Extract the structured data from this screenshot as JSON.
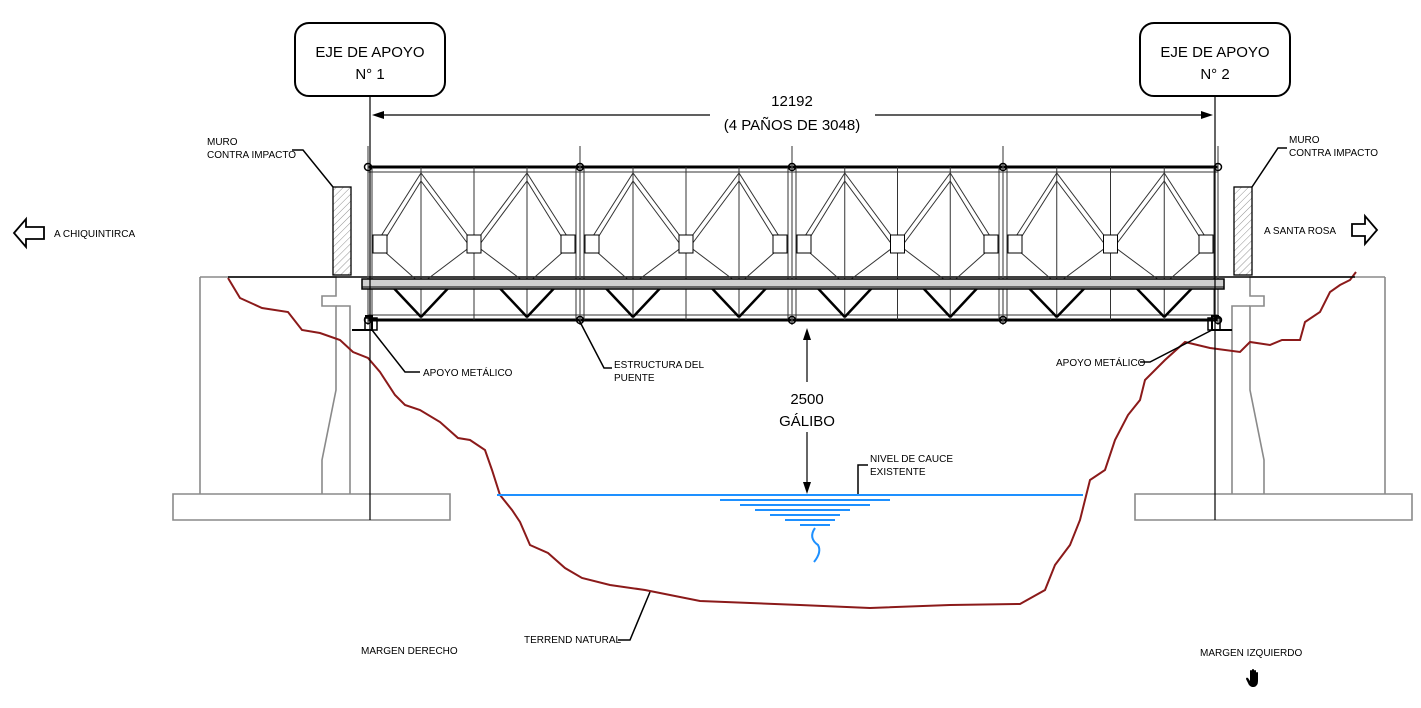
{
  "labels": {
    "axis1_line1": "EJE DE APOYO",
    "axis1_line2": "N° 1",
    "axis2_line1": "EJE DE APOYO",
    "axis2_line2": "N° 2",
    "span_total": "12192",
    "span_detail": "(4 PAÑOS DE 3048)",
    "wall_left_line1": "MURO",
    "wall_left_line2": "CONTRA IMPACTO",
    "wall_right_line1": "MURO",
    "wall_right_line2": "CONTRA IMPACTO",
    "direction_left": "A CHIQUINTIRCA",
    "direction_right": "A SANTA ROSA",
    "support_left": "APOYO METÁLICO",
    "support_right": "APOYO METÁLICO",
    "structure_line1": "ESTRUCTURA DEL",
    "structure_line2": "PUENTE",
    "clearance_value": "2500",
    "clearance_label": "GÁLIBO",
    "water_line1": "NIVEL DE CAUCE",
    "water_line2": "EXISTENTE",
    "terrain": "TERREND NATURAL",
    "bank_left": "MARGEN DERECHO",
    "bank_right": "MARGEN IZQUIERDO"
  },
  "colors": {
    "terrain": "#8b1a1a",
    "water": "#1e90ff",
    "abutment": "#8a8a8a",
    "structure": "#000000"
  },
  "icons": {
    "arrow_left": "left-arrow-icon",
    "arrow_right": "right-arrow-icon",
    "hand": "hand-icon"
  }
}
